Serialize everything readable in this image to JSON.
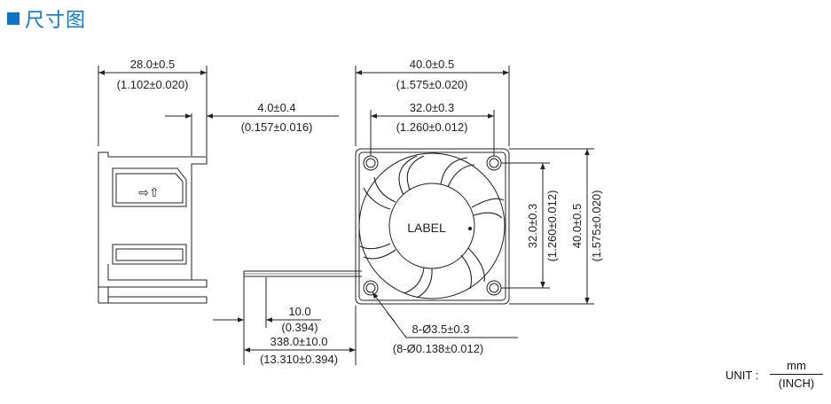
{
  "title": "尺寸图",
  "side_view": {
    "width_mm": "28.0±0.5",
    "width_in": "(1.102±0.020)",
    "offset_mm": "4.0±0.4",
    "offset_in": "(0.157±0.016)",
    "arrow_icon": "⇨⇧"
  },
  "front_view": {
    "outer_mm": "40.0±0.5",
    "outer_in": "(1.575±0.020)",
    "hole_pitch_mm": "32.0±0.3",
    "hole_pitch_in": "(1.260±0.012)",
    "vert_hole_pitch_mm": "32.0±0.3",
    "vert_hole_pitch_in": "(1.260±0.012)",
    "vert_outer_mm": "40.0±0.5",
    "vert_outer_in": "(1.575±0.020)",
    "label": "LABEL",
    "holes_mm": "8-Ø3.5±0.3",
    "holes_in": "(8-Ø0.138±0.012)"
  },
  "leads": {
    "strip_mm": "10.0",
    "strip_in": "(0.394)",
    "length_mm": "338.0±10.0",
    "length_in": "(13.310±0.394)"
  },
  "unit": {
    "label": "UNIT :",
    "numerator": "mm",
    "denominator": "(INCH)"
  },
  "colors": {
    "title": "#1177c9",
    "title_square": "#0a74c9",
    "lines": "#222222"
  }
}
